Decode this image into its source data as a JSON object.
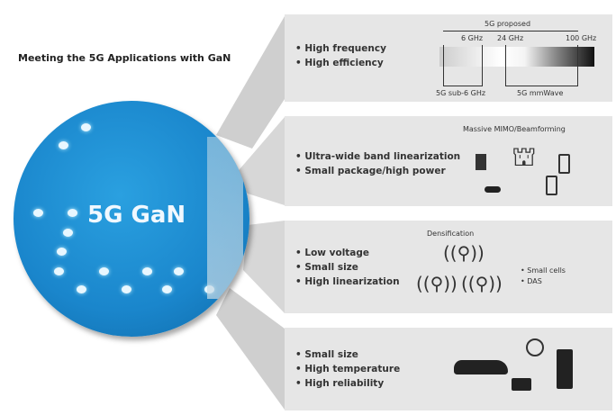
{
  "title": "Meeting the 5G Applications with GaN",
  "circle_label": "5G GaN",
  "panels": [
    {
      "bullets": [
        "High frequency",
        "High efficiency"
      ],
      "spectrum": {
        "proposed": "5G proposed",
        "f6": "6 GHz",
        "f24": "24 GHz",
        "f100": "100 GHz",
        "sub6": "5G sub-6 GHz",
        "mmwave": "5G mmWave"
      }
    },
    {
      "bullets": [
        "Ultra-wide band linearization",
        "Small package/high power"
      ],
      "caption": "Massive MIMO/Beamforming"
    },
    {
      "bullets": [
        "Low voltage",
        "Small size",
        "High linearization"
      ],
      "caption": "Densification",
      "side": [
        "Small cells",
        "DAS"
      ]
    },
    {
      "bullets": [
        "Small size",
        "High temperature",
        "High reliability"
      ]
    }
  ]
}
